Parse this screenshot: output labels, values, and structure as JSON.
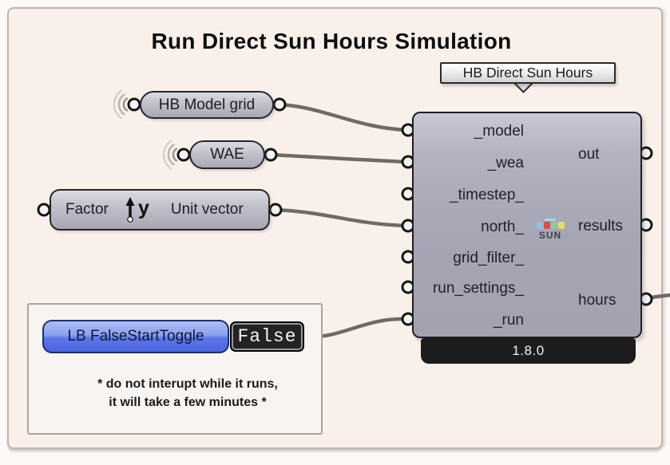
{
  "title": "Run Direct Sun Hours Simulation",
  "colors": {
    "canvas_bg": "#FAF0EA",
    "outer_bg": "#FCF9F7",
    "component_body": "#A8A7B5",
    "toggle_blue": "#4A66E0",
    "version_bar_bg": "#1C1C1C",
    "wire": "#6E6A66"
  },
  "tooltip": {
    "label": "HB Direct Sun Hours"
  },
  "capsules": {
    "model_grid": {
      "label": "HB Model grid"
    },
    "wea": {
      "label": "WAE"
    }
  },
  "unit_vector": {
    "input": "Factor",
    "output": "Unit vector",
    "icon": "unit-y-vector-icon",
    "icon_letter": "y"
  },
  "toggle": {
    "label": "LB FalseStartToggle",
    "value": "False"
  },
  "sun_hours": {
    "name": "HB Direct Sun Hours",
    "inputs": [
      "_model",
      "_wea",
      "_timestep_",
      "north_",
      "grid_filter_",
      "run_settings_",
      "_run"
    ],
    "outputs": [
      "out",
      "results",
      "hours"
    ],
    "icon_label": "SUN",
    "version": "1.8.0"
  },
  "note": {
    "line1": "* do not interupt while it runs,",
    "line2": "it will take a few minutes *"
  }
}
